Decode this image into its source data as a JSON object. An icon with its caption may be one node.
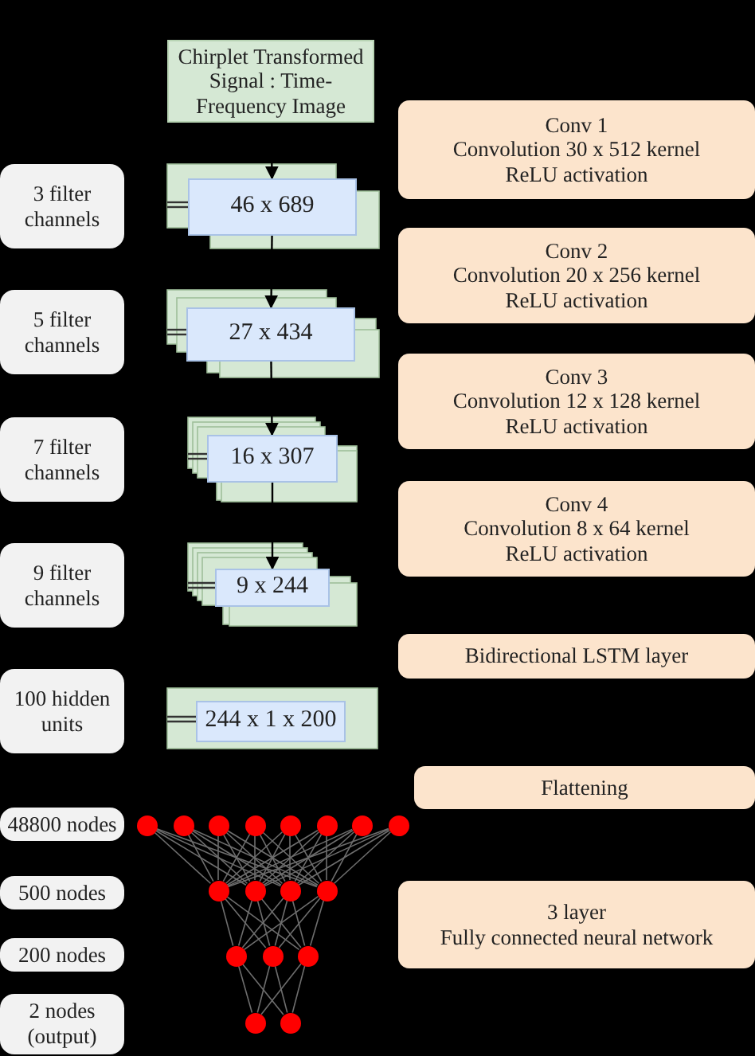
{
  "diagram": {
    "nodes": [
      {
        "text": [
          "Chirplet Transformed Signal : Time-Frequency Image"
        ]
      },
      {
        "text": [
          "46 x 689"
        ]
      },
      {
        "text": [
          "27 x 434"
        ]
      },
      {
        "text": [
          "16 x 307"
        ]
      },
      {
        "text": [
          "9 x 244"
        ]
      },
      {
        "text": [
          "244 x 1 x 200"
        ]
      },
      {
        "text": [
          "3 filter channels"
        ]
      },
      {
        "text": [
          "5 filter channels"
        ]
      },
      {
        "text": [
          "7 filter channels"
        ]
      },
      {
        "text": [
          "9 filter channels"
        ]
      },
      {
        "text": [
          "100 hidden units"
        ]
      },
      {
        "text": [
          "48800 nodes"
        ]
      },
      {
        "text": [
          "500 nodes"
        ]
      },
      {
        "text": [
          "200 nodes"
        ]
      },
      {
        "text": [
          "2 nodes (output)"
        ]
      },
      {
        "text": [
          "Conv 1",
          "Convolution 30 x 512 kernel",
          "ReLU activation"
        ]
      },
      {
        "text": [
          "Conv 2",
          "Convolution 20 x 256 kernel",
          "ReLU activation"
        ]
      },
      {
        "text": [
          "Conv 3",
          "Convolution 12 x 128 kernel",
          "ReLU activation"
        ]
      },
      {
        "text": [
          "Conv 4",
          "Convolution 8 x 64 kernel",
          "ReLU activation"
        ]
      },
      {
        "text": [
          "Bidirectional LSTM layer"
        ]
      },
      {
        "text": [
          "Flattening"
        ]
      },
      {
        "text": [
          "3 layer",
          "Fully connected neural network"
        ]
      },
      {
        "text": [],
        "shape": "circle"
      },
      {
        "text": [],
        "shape": "circle"
      },
      {
        "text": [],
        "shape": "circle"
      },
      {
        "text": [],
        "shape": "circle"
      },
      {
        "text": [],
        "shape": "circle"
      },
      {
        "text": [],
        "shape": "circle"
      },
      {
        "text": [],
        "shape": "circle"
      },
      {
        "text": [],
        "shape": "circle"
      },
      {
        "text": [],
        "shape": "circle"
      },
      {
        "text": [],
        "shape": "circle"
      },
      {
        "text": [],
        "shape": "circle"
      },
      {
        "text": [],
        "shape": "circle"
      },
      {
        "text": [],
        "shape": "circle"
      },
      {
        "text": [],
        "shape": "circle"
      },
      {
        "text": [],
        "shape": "circle"
      },
      {
        "text": [],
        "shape": "circle"
      },
      {
        "text": [],
        "shape": "circle"
      }
    ],
    "edges": [
      {
        "from": 0,
        "to": 1,
        "arrow": "to",
        "color": "#000000"
      },
      {
        "from": 1,
        "to": 2,
        "arrow": "to",
        "color": "#000000"
      },
      {
        "from": 2,
        "to": 3,
        "arrow": "to",
        "color": "#000000"
      },
      {
        "from": 3,
        "to": 4,
        "arrow": "to",
        "color": "#000000"
      },
      {
        "from": 22,
        "to": 30,
        "arrow": "none"
      },
      {
        "from": 22,
        "to": 31,
        "arrow": "none"
      },
      {
        "from": 22,
        "to": 32,
        "arrow": "none"
      },
      {
        "from": 22,
        "to": 33,
        "arrow": "none"
      },
      {
        "from": 23,
        "to": 30,
        "arrow": "none"
      },
      {
        "from": 23,
        "to": 31,
        "arrow": "none"
      },
      {
        "from": 23,
        "to": 32,
        "arrow": "none"
      },
      {
        "from": 23,
        "to": 33,
        "arrow": "none"
      },
      {
        "from": 24,
        "to": 30,
        "arrow": "none"
      },
      {
        "from": 24,
        "to": 31,
        "arrow": "none"
      },
      {
        "from": 24,
        "to": 32,
        "arrow": "none"
      },
      {
        "from": 24,
        "to": 33,
        "arrow": "none"
      },
      {
        "from": 25,
        "to": 30,
        "arrow": "none"
      },
      {
        "from": 25,
        "to": 31,
        "arrow": "none"
      },
      {
        "from": 25,
        "to": 32,
        "arrow": "none"
      },
      {
        "from": 25,
        "to": 33,
        "arrow": "none"
      },
      {
        "from": 26,
        "to": 30,
        "arrow": "none"
      },
      {
        "from": 26,
        "to": 31,
        "arrow": "none"
      },
      {
        "from": 26,
        "to": 32,
        "arrow": "none"
      },
      {
        "from": 26,
        "to": 33,
        "arrow": "none"
      },
      {
        "from": 27,
        "to": 30,
        "arrow": "none"
      },
      {
        "from": 27,
        "to": 31,
        "arrow": "none"
      },
      {
        "from": 27,
        "to": 32,
        "arrow": "none"
      },
      {
        "from": 27,
        "to": 33,
        "arrow": "none"
      },
      {
        "from": 28,
        "to": 30,
        "arrow": "none"
      },
      {
        "from": 28,
        "to": 31,
        "arrow": "none"
      },
      {
        "from": 28,
        "to": 32,
        "arrow": "none"
      },
      {
        "from": 28,
        "to": 33,
        "arrow": "none"
      },
      {
        "from": 29,
        "to": 30,
        "arrow": "none"
      },
      {
        "from": 29,
        "to": 31,
        "arrow": "none"
      },
      {
        "from": 29,
        "to": 32,
        "arrow": "none"
      },
      {
        "from": 29,
        "to": 33,
        "arrow": "none"
      },
      {
        "from": 30,
        "to": 34,
        "arrow": "none"
      },
      {
        "from": 30,
        "to": 35,
        "arrow": "none"
      },
      {
        "from": 30,
        "to": 36,
        "arrow": "none"
      },
      {
        "from": 31,
        "to": 34,
        "arrow": "none"
      },
      {
        "from": 31,
        "to": 35,
        "arrow": "none"
      },
      {
        "from": 31,
        "to": 36,
        "arrow": "none"
      },
      {
        "from": 32,
        "to": 34,
        "arrow": "none"
      },
      {
        "from": 32,
        "to": 35,
        "arrow": "none"
      },
      {
        "from": 32,
        "to": 36,
        "arrow": "none"
      },
      {
        "from": 33,
        "to": 34,
        "arrow": "none"
      },
      {
        "from": 33,
        "to": 35,
        "arrow": "none"
      },
      {
        "from": 33,
        "to": 36,
        "arrow": "none"
      },
      {
        "from": 34,
        "to": 37,
        "arrow": "none"
      },
      {
        "from": 34,
        "to": 38,
        "arrow": "none"
      },
      {
        "from": 35,
        "to": 37,
        "arrow": "none"
      },
      {
        "from": 35,
        "to": 38,
        "arrow": "none"
      },
      {
        "from": 36,
        "to": 37,
        "arrow": "none"
      },
      {
        "from": 36,
        "to": 38,
        "arrow": "none"
      }
    ]
  }
}
